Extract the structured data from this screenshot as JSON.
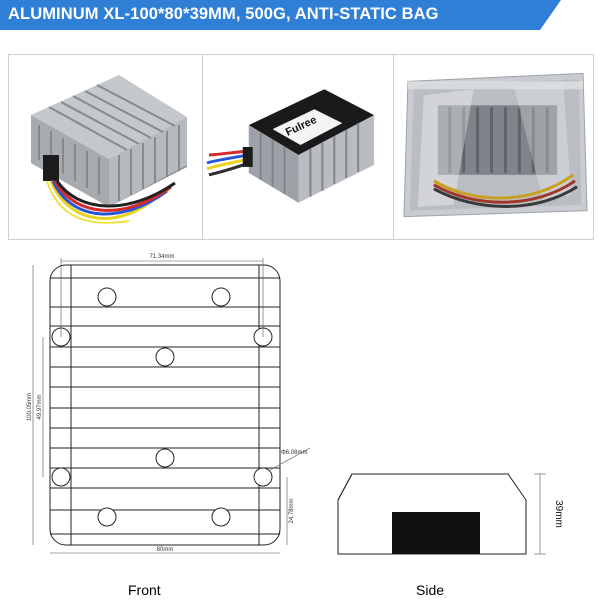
{
  "banner": {
    "title": "ALUMINUM XL-100*80*39MM, 500G,  ANTI-STATIC BAG",
    "color": "#2f7fd6"
  },
  "photos": [
    {
      "name": "converter-angled-photo"
    },
    {
      "name": "converter-labeled-photo",
      "label": "Fulree"
    },
    {
      "name": "converter-in-bag-photo"
    }
  ],
  "front_drawing": {
    "dim_top": "71.34mm",
    "dim_bottom": "80mm",
    "dim_left_inner": "49.97mm",
    "dim_left_outer": "100.05mm",
    "dim_right": "24.78mm",
    "dim_hole": "Φ6.08mm",
    "caption": "Front"
  },
  "side_drawing": {
    "dim_height": "39mm",
    "caption": "Side"
  }
}
